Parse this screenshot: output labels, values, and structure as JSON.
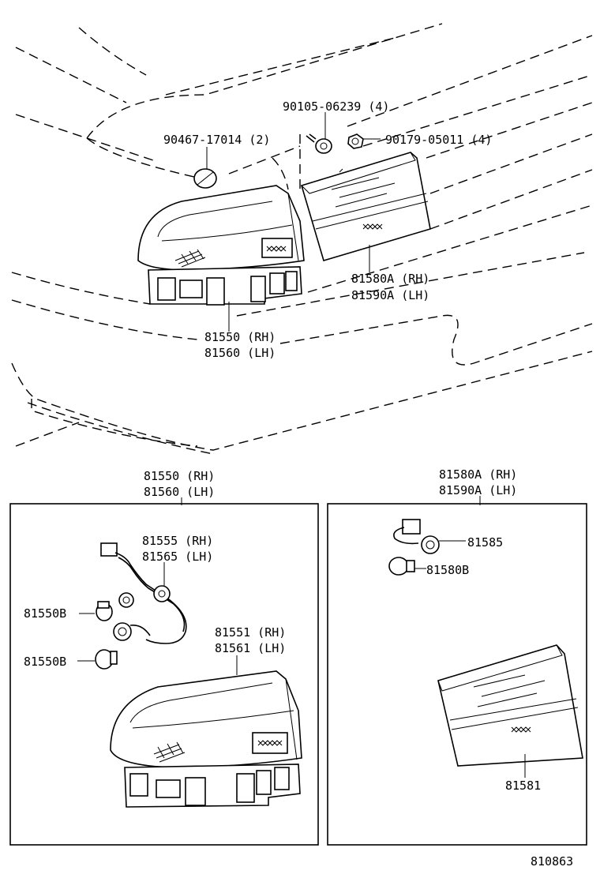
{
  "labels": {
    "bolt_top": "90105-06239 (4)",
    "nut_top": "90179-05011 (4)",
    "clip_top": "90467-17014 (2)",
    "inner_lamp_top_rh": "81580A (RH)",
    "inner_lamp_top_lh": "81590A (LH)",
    "outer_lamp_top_rh": "81550 (RH)",
    "outer_lamp_top_lh": "81560 (LH)",
    "left_box_title_rh": "81550 (RH)",
    "left_box_title_lh": "81560 (LH)",
    "right_box_title_rh": "81580A (RH)",
    "right_box_title_lh": "81590A (LH)",
    "socket_wire_rh": "81555 (RH)",
    "socket_wire_lh": "81565 (LH)",
    "bulb_1": "81550B",
    "bulb_2": "81550B",
    "lens_rh": "81551 (RH)",
    "lens_lh": "81561 (LH)",
    "socket_right": "81585",
    "bulb_right": "81580B",
    "lens_right": "81581",
    "diagram_number": "810863"
  }
}
